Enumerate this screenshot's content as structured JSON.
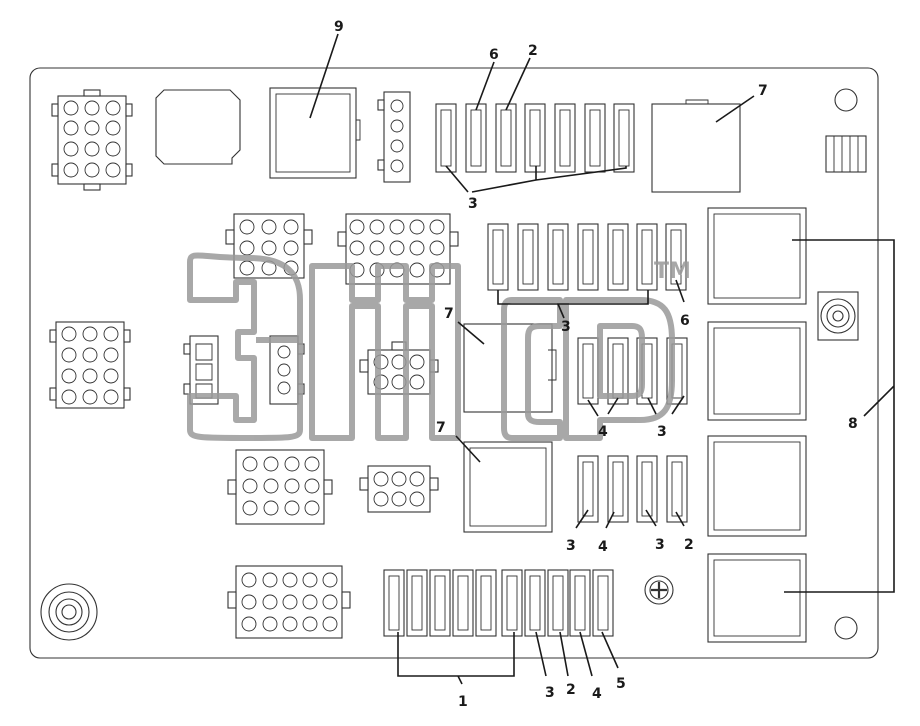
{
  "callouts": {
    "c1": "1",
    "c2": "2",
    "c3": "3",
    "c4": "4",
    "c5": "5",
    "c6": "6",
    "c7": "7",
    "c8": "8",
    "c9": "9"
  },
  "watermark": {
    "mark": "TM"
  },
  "colors": {
    "line": "#333333",
    "watermark": "#9a9a9a"
  }
}
